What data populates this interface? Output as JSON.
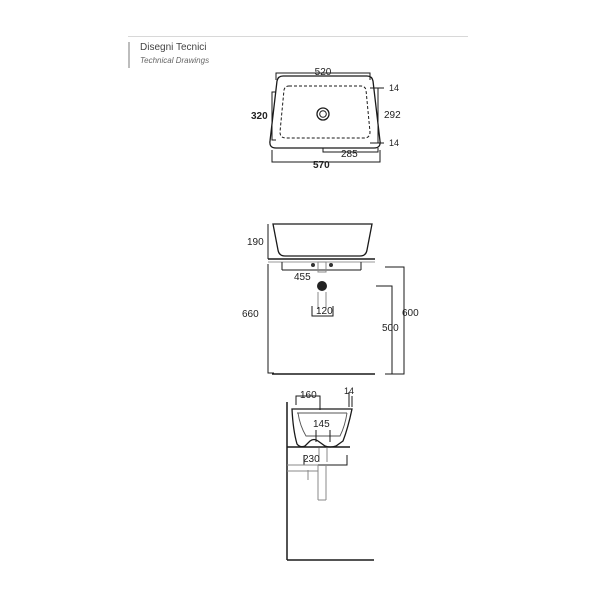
{
  "header": {
    "title_it": "Disegni Tecnici",
    "title_en": "Technical Drawings"
  },
  "top_view": {
    "dims": {
      "width_top": "520",
      "depth_left": "320",
      "lip_top_right": "14",
      "inner_depth": "292",
      "lip_bottom_right": "14",
      "drain_offset": "285",
      "width_bottom": "570"
    }
  },
  "front_view": {
    "dims": {
      "height_basin": "190",
      "fixing_distance": "455",
      "floor_to_top": "660",
      "waste_width": "120",
      "floor_to_counter": "600",
      "floor_to_waste": "500"
    }
  },
  "side_view": {
    "dims": {
      "back_to_drain": "160",
      "lip": "14",
      "bowl_height": "145",
      "waste_projection": "230"
    }
  },
  "colors": {
    "line": "#1a1a1a",
    "dashed": "#333333",
    "text": "#222222"
  }
}
